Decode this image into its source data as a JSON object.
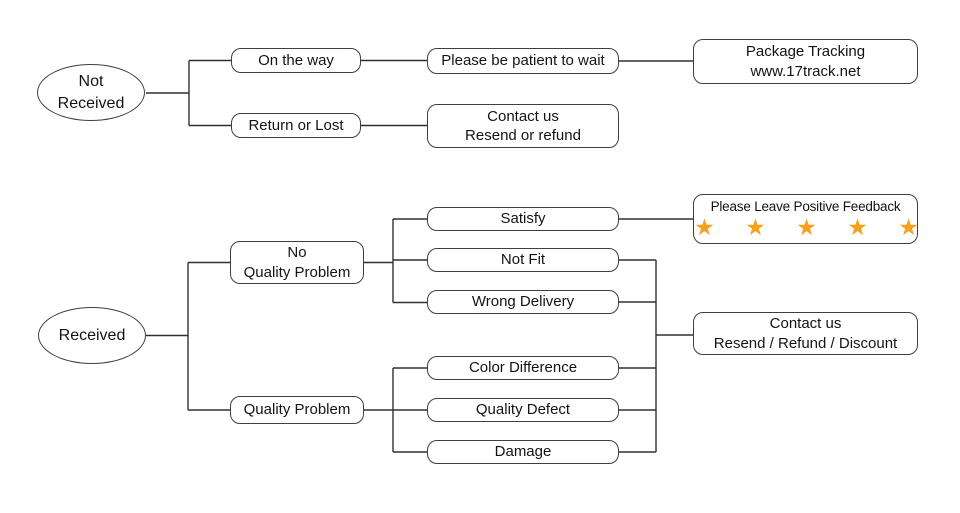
{
  "colors": {
    "star": "#F5A01E",
    "line": "#303030",
    "border": "#3f3f3f",
    "text": "#141414",
    "background": "#ffffff"
  },
  "diagram": {
    "type": "customer-service-flowchart",
    "not_received": {
      "label": "Not\nReceived"
    },
    "on_the_way": {
      "label": "On the way"
    },
    "please_be_patient": {
      "label": "Please be patient to wait"
    },
    "package_tracking": {
      "label": "Package Tracking\nwww.17track.net"
    },
    "return_or_lost": {
      "label": "Return or Lost"
    },
    "contact_us_resend": {
      "label": "Contact us\nResend or refund"
    },
    "received": {
      "label": "Received"
    },
    "no_quality_problem": {
      "label": "No\nQuality Problem"
    },
    "quality_problem": {
      "label": "Quality Problem"
    },
    "satisfy": {
      "label": "Satisfy"
    },
    "not_fit": {
      "label": "Not Fit"
    },
    "wrong_delivery": {
      "label": "Wrong Delivery"
    },
    "color_difference": {
      "label": "Color Difference"
    },
    "quality_defect": {
      "label": "Quality Defect"
    },
    "damage": {
      "label": "Damage"
    },
    "positive_feedback": {
      "label": "Please Leave Positive Feedback",
      "stars": "★ ★ ★ ★ ★",
      "rating": 5
    },
    "contact_us_discount": {
      "label": "Contact us\nResend / Refund / Discount"
    }
  }
}
